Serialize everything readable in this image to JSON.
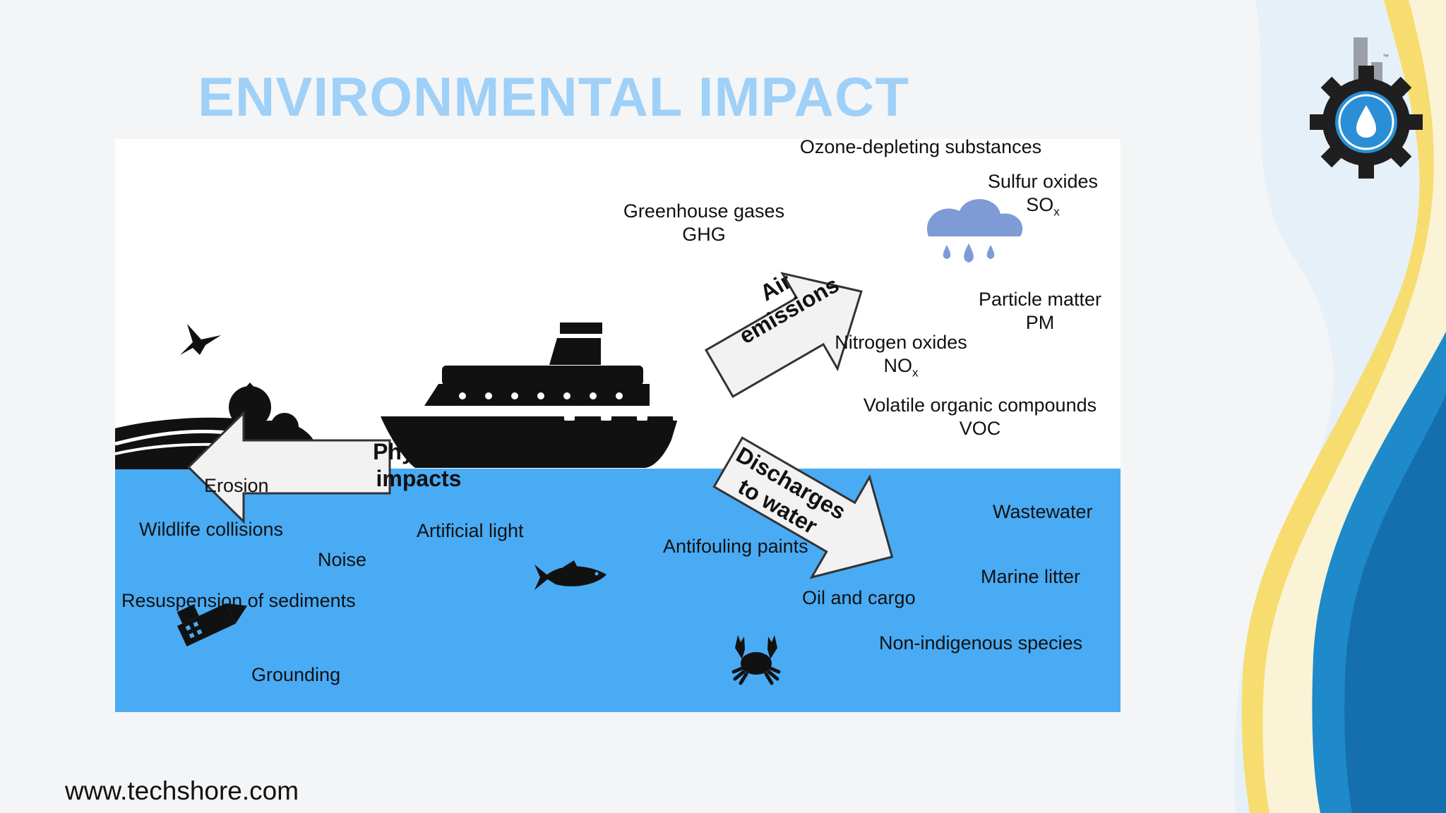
{
  "slide": {
    "title": "ENVIRONMENTAL IMPACT",
    "footer_url": "www.techshore.com"
  },
  "logo": {
    "trademark": "™",
    "icon": "gear-factory-droplet-icon"
  },
  "colors": {
    "title": "#9fd0f7",
    "water": "#49abf4",
    "cloud": "#7e9bd6",
    "logo_blue": "#2a8fd6",
    "wave_yellow": "#f7dc6f",
    "wave_blue": "#1e8ac9"
  },
  "diagram": {
    "arrows": {
      "air": {
        "line1": "Air",
        "line2": "emissions"
      },
      "physical": {
        "line1": "Physical",
        "line2": "impacts"
      },
      "discharges": {
        "line1": "Discharges",
        "line2": "to water"
      }
    },
    "air_labels": {
      "ozone": "Ozone-depleting substances",
      "sulfur": {
        "name": "Sulfur oxides",
        "formula": "SO",
        "sub": "x"
      },
      "ghg": {
        "name": "Greenhouse gases",
        "abbr": "GHG"
      },
      "particle": {
        "name": "Particle matter",
        "abbr": "PM"
      },
      "nitrogen": {
        "name": "Nitrogen oxides",
        "formula": "NO",
        "sub": "x"
      },
      "voc": {
        "name": "Volatile organic compounds",
        "abbr": "VOC"
      }
    },
    "physical_labels": {
      "erosion": "Erosion",
      "wildlife": "Wildlife collisions",
      "noise": "Noise",
      "artificial_light": "Artificial light",
      "resuspension": "Resuspension of sediments",
      "grounding": "Grounding"
    },
    "water_labels": {
      "antifouling": "Antifouling paints",
      "wastewater": "Wastewater",
      "marine_litter": "Marine litter",
      "oil_cargo": "Oil and cargo",
      "non_indigenous": "Non-indigenous species"
    },
    "icons": [
      "bird-icon",
      "island-trees-icon",
      "ship-icon",
      "rain-cloud-icon",
      "fish-icon",
      "crab-icon",
      "shipwreck-icon"
    ]
  }
}
